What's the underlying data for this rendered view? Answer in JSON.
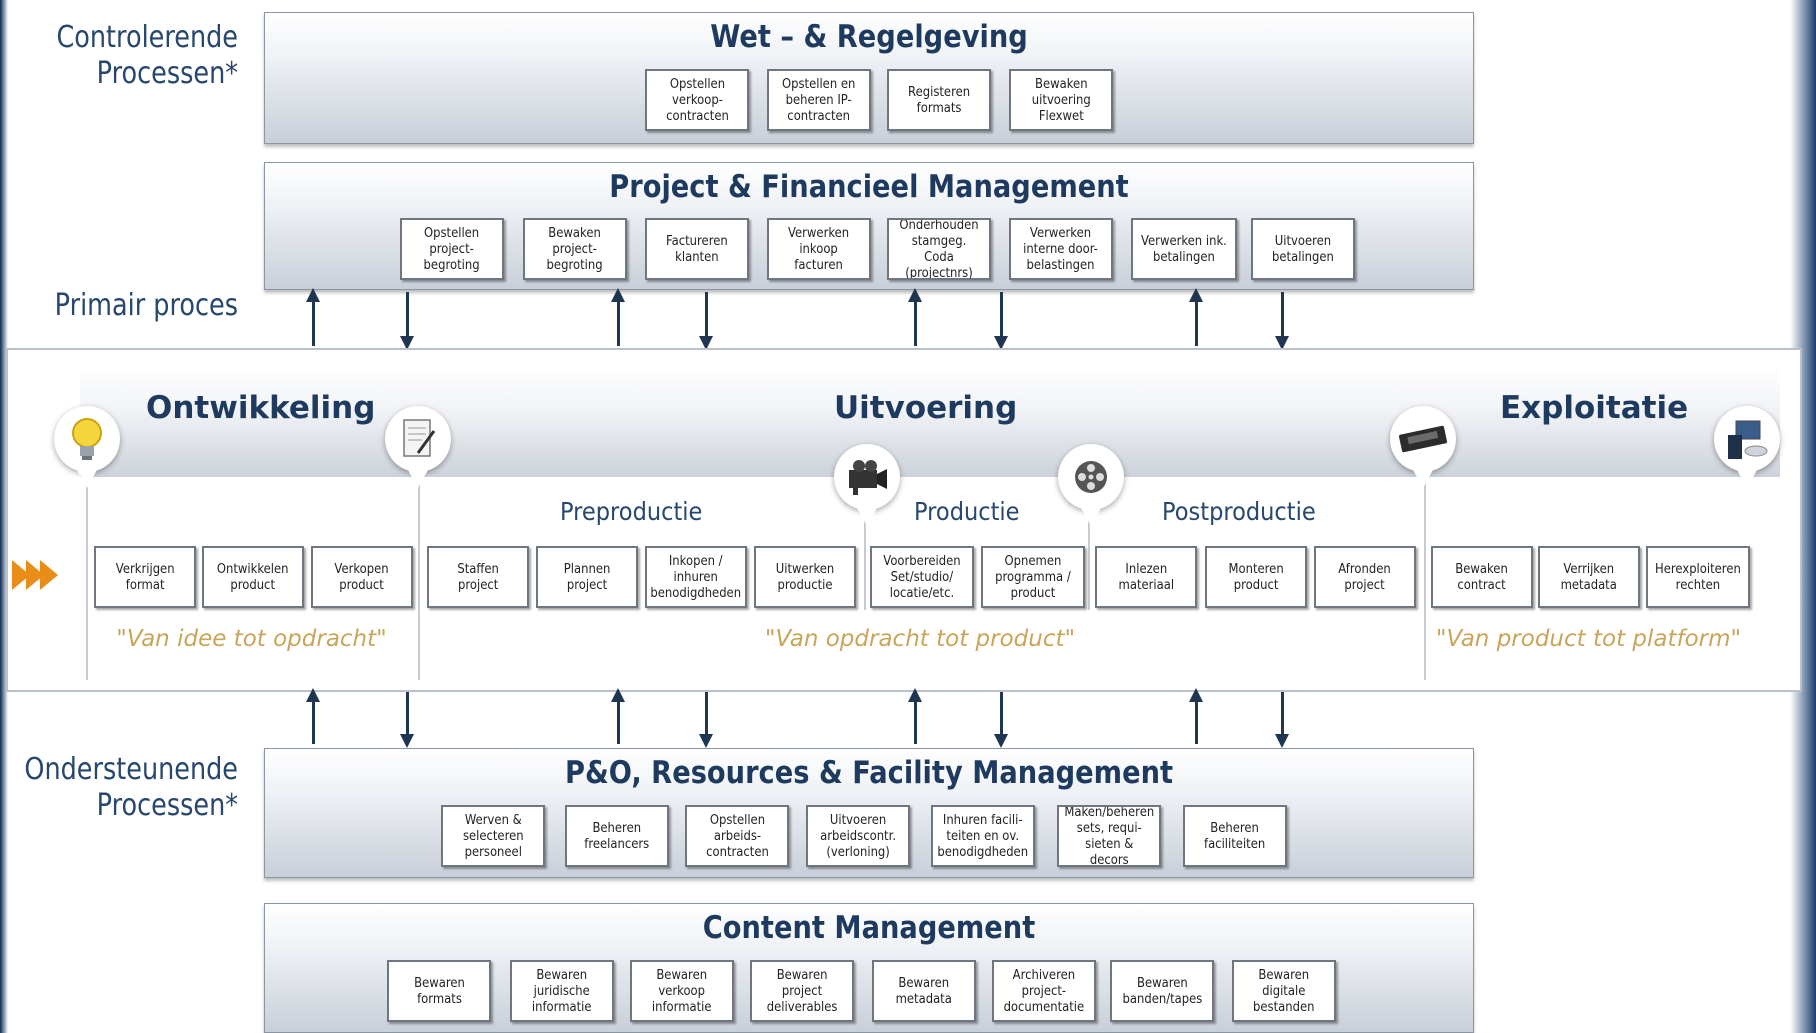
{
  "side_labels": {
    "controlerende": "Controlerende\nProcessen*",
    "primair": "Primair proces",
    "ondersteunende": "Ondersteunende\nProcessen*"
  },
  "wet": {
    "title": "Wet – & Regelgeving",
    "boxes": [
      "Opstellen\nverkoop-\ncontracten",
      "Opstellen en\nbeheren IP-\ncontracten",
      "Registeren\nformats",
      "Bewaken\nuitvoering\nFlexwet"
    ]
  },
  "project": {
    "title": "Project & Financieel Management",
    "boxes": [
      "Opstellen\nproject-\nbegroting",
      "Bewaken\nproject-\nbegroting",
      "Factureren\nklanten",
      "Verwerken\ninkoop\nfacturen",
      "Onderhouden\nstamgeg. Coda\n(projectnrs)",
      "Verwerken\ninterne door-\nbelastingen",
      "Verwerken ink.\nbetalingen",
      "Uitvoeren\nbetalingen"
    ]
  },
  "primary": {
    "phases": [
      "Ontwikkeling",
      "Uitvoering",
      "Exploitatie"
    ],
    "subphases": [
      "Preproductie",
      "Productie",
      "Postproductie"
    ],
    "boxes": [
      "Verkrijgen\nformat",
      "Ontwikkelen\nproduct",
      "Verkopen\nproduct",
      "Staffen\nproject",
      "Plannen\nproject",
      "Inkopen /\ninhuren\nbenodigdheden",
      "Uitwerken\nproductie",
      "Voorbereiden\nSet/studio/\nlocatie/etc.",
      "Opnemen\nprogramma /\nproduct",
      "Inlezen\nmateriaal",
      "Monteren\nproduct",
      "Afronden\nproject",
      "Bewaken\ncontract",
      "Verrijken\nmetadata",
      "Herexploiteren\nrechten"
    ],
    "taglines": [
      "\"Van idee tot opdracht\"",
      "\"Van opdracht tot product\"",
      "\"Van product tot platform\""
    ],
    "icons": [
      "lightbulb-icon",
      "document-icon",
      "video-camera-icon",
      "film-reel-icon",
      "videotape-icon",
      "computer-icon"
    ]
  },
  "po": {
    "title": "P&O, Resources & Facility Management",
    "boxes": [
      "Werven &\nselecteren\npersoneel",
      "Beheren\nfreelancers",
      "Opstellen\narbeids-\ncontracten",
      "Uitvoeren\narbeidscontr.\n(verloning)",
      "Inhuren facili-\nteiten en ov.\nbenodigdheden",
      "Maken/beheren\nsets, requi-\nsieten & decors",
      "Beheren\nfaciliteiten"
    ]
  },
  "content": {
    "title": "Content Management",
    "boxes": [
      "Bewaren\nformats",
      "Bewaren\njuridische\ninformatie",
      "Bewaren\nverkoop\ninformatie",
      "Bewaren\nproject\ndeliverables",
      "Bewaren\nmetadata",
      "Archiveren\nproject-\ndocumentatie",
      "Bewaren\nbanden/tapes",
      "Bewaren\ndigitale\nbestanden"
    ]
  },
  "colors": {
    "title": "#1e3a5f",
    "tagline": "#c9a55a",
    "chevron": "#e88e18",
    "edge": "#0b2a52"
  }
}
